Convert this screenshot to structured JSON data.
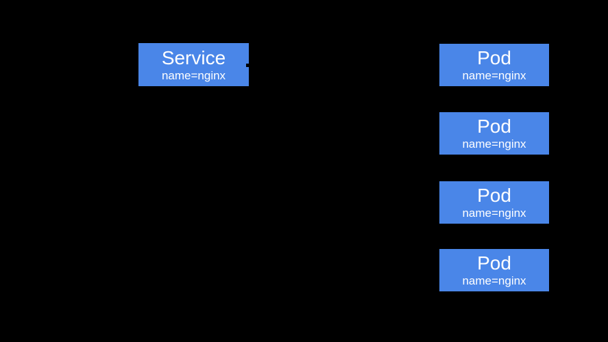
{
  "canvas": {
    "background_color": "#000000"
  },
  "colors": {
    "node_fill": "#4a86e8",
    "node_text": "#ffffff",
    "connector": "#000000"
  },
  "service": {
    "title": "Service",
    "selector": "name=nginx"
  },
  "pods": [
    {
      "title": "Pod",
      "selector": "name=nginx"
    },
    {
      "title": "Pod",
      "selector": "name=nginx"
    },
    {
      "title": "Pod",
      "selector": "name=nginx"
    },
    {
      "title": "Pod",
      "selector": "name=nginx"
    }
  ]
}
